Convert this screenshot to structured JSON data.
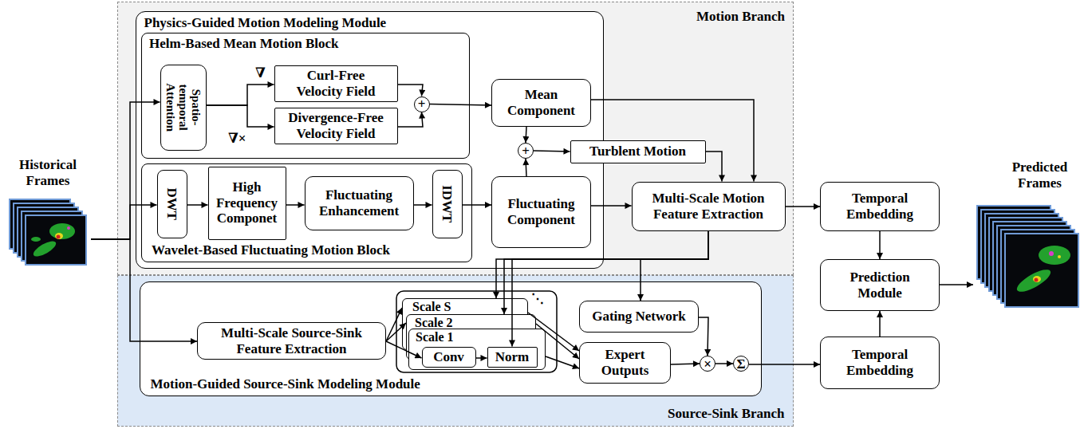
{
  "diagram": {
    "nodes": [
      {
        "text": [
          "Historical Frames"
        ]
      },
      {
        "text": [
          "Motion Branch"
        ]
      },
      {
        "text": [
          "Physics-Guided Motion Modeling Module"
        ],
        "in": 1
      },
      {
        "text": [
          "Helm-Based Mean Motion Block"
        ],
        "in": 2
      },
      {
        "text": [
          "Spatio- temporal Attention"
        ],
        "in": 3
      },
      {
        "text": [
          "Curl-Free Velocity Field"
        ],
        "in": 3
      },
      {
        "text": [
          "Divergence-Free Velocity Field"
        ],
        "in": 3
      },
      {
        "text": [
          "+"
        ],
        "in": 3
      },
      {
        "text": [
          "Mean Component"
        ],
        "in": 2
      },
      {
        "text": [
          "+"
        ],
        "in": 2
      },
      {
        "text": [
          "Wavelet-Based Fluctuating Motion Block"
        ],
        "in": 2
      },
      {
        "text": [
          "DWT"
        ],
        "in": 10
      },
      {
        "text": [
          "High Frequency Componet"
        ],
        "in": 10
      },
      {
        "text": [
          "Fluctuating Enhancement"
        ],
        "in": 10
      },
      {
        "text": [
          "IDWT"
        ],
        "in": 10
      },
      {
        "text": [
          "Fluctuating Component"
        ],
        "in": 2
      },
      {
        "text": [
          "Turblent Motion"
        ],
        "in": 1
      },
      {
        "text": [
          "Multi-Scale Motion Feature Extraction"
        ],
        "in": 1
      },
      {
        "text": [
          "Source-Sink Branch"
        ]
      },
      {
        "text": [
          "Motion-Guided Source-Sink Modeling Module"
        ],
        "in": 18
      },
      {
        "text": [
          "Multi-Scale Source-Sink Feature Extraction"
        ],
        "in": 19
      },
      {
        "text": [
          "Scale S"
        ],
        "in": 19
      },
      {
        "text": [
          "Scale 2"
        ],
        "in": 19
      },
      {
        "text": [
          "Scale 1"
        ],
        "in": 19
      },
      {
        "text": [
          "Conv"
        ],
        "in": 23
      },
      {
        "text": [
          "Norm"
        ],
        "in": 23
      },
      {
        "text": [
          "Gating Network"
        ],
        "in": 19
      },
      {
        "text": [
          "Expert Outputs"
        ],
        "in": 19
      },
      {
        "text": [
          "×"
        ],
        "in": 19
      },
      {
        "text": [
          "Σ"
        ],
        "in": 19
      },
      {
        "text": [
          "Temporal Embedding"
        ]
      },
      {
        "text": [
          "Prediction Module"
        ]
      },
      {
        "text": [
          "Temporal Embedding"
        ]
      },
      {
        "text": [
          "Predicted Frames"
        ]
      }
    ],
    "edges": [
      {
        "from": 0,
        "to": 4,
        "arrow": "to"
      },
      {
        "from": 0,
        "to": 11,
        "arrow": "to"
      },
      {
        "from": 0,
        "to": 20,
        "arrow": "to"
      },
      {
        "from": 4,
        "to": 5,
        "label": "∇",
        "arrow": "to"
      },
      {
        "from": 4,
        "to": 6,
        "label": "∇×",
        "arrow": "to"
      },
      {
        "from": 5,
        "to": 7,
        "arrow": "to"
      },
      {
        "from": 6,
        "to": 7,
        "arrow": "to"
      },
      {
        "from": 7,
        "to": 8,
        "arrow": "to"
      },
      {
        "from": 11,
        "to": 12,
        "arrow": "to"
      },
      {
        "from": 12,
        "to": 13,
        "arrow": "to"
      },
      {
        "from": 13,
        "to": 14,
        "arrow": "to"
      },
      {
        "from": 14,
        "to": 15,
        "arrow": "to"
      },
      {
        "from": 8,
        "to": 9,
        "arrow": "to"
      },
      {
        "from": 15,
        "to": 9,
        "arrow": "to"
      },
      {
        "from": 9,
        "to": 16,
        "arrow": "to"
      },
      {
        "from": 16,
        "to": 17,
        "arrow": "to"
      },
      {
        "from": 8,
        "to": 17,
        "arrow": "to"
      },
      {
        "from": 15,
        "to": 17,
        "arrow": "to"
      },
      {
        "from": 17,
        "to": 30,
        "arrow": "to"
      },
      {
        "from": 30,
        "to": 31,
        "arrow": "to"
      },
      {
        "from": 32,
        "to": 31,
        "arrow": "to"
      },
      {
        "from": 31,
        "to": 33,
        "arrow": "to"
      },
      {
        "from": 17,
        "to": 26,
        "arrow": "to"
      },
      {
        "from": 17,
        "to": 21,
        "arrow": "to"
      },
      {
        "from": 17,
        "to": 22,
        "arrow": "to"
      },
      {
        "from": 17,
        "to": 25,
        "arrow": "to"
      },
      {
        "from": 20,
        "to": 21,
        "arrow": "to"
      },
      {
        "from": 20,
        "to": 22,
        "arrow": "to"
      },
      {
        "from": 20,
        "to": 24,
        "arrow": "to"
      },
      {
        "from": 24,
        "to": 25,
        "arrow": "to"
      },
      {
        "from": 21,
        "to": 27,
        "arrow": "to"
      },
      {
        "from": 22,
        "to": 27,
        "arrow": "to"
      },
      {
        "from": 23,
        "to": 27,
        "arrow": "to"
      },
      {
        "from": 27,
        "to": 28,
        "arrow": "to"
      },
      {
        "from": 26,
        "to": 28,
        "arrow": "to"
      },
      {
        "from": 28,
        "to": 29,
        "arrow": "to"
      },
      {
        "from": 29,
        "to": 32,
        "arrow": "to"
      }
    ],
    "labels": [
      "⋱"
    ]
  }
}
